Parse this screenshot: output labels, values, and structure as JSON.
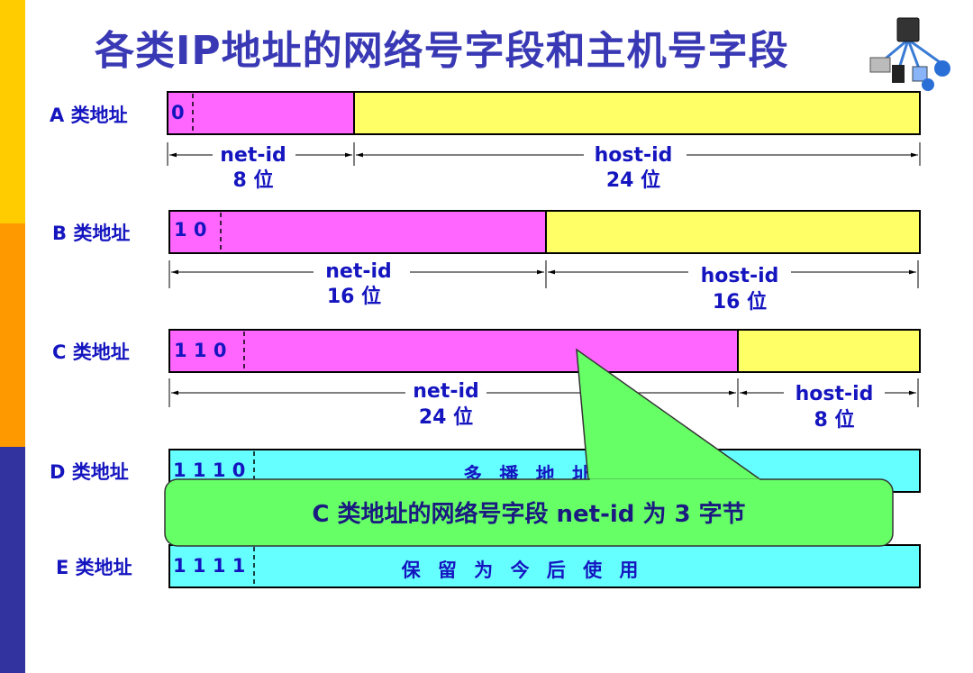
{
  "title": "各类IP地址的网络号字段和主机号字段",
  "icon": "network-topology-icon",
  "colors": {
    "title": "#3a39b5",
    "text": "#1515c0",
    "net": "#ff66ff",
    "host": "#ffff66",
    "special": "#66ffff",
    "callout": "#66ff66"
  },
  "classes": {
    "a": {
      "label": "A 类地址",
      "bits": "0",
      "net_id": "net-id",
      "net_bits": "8 位",
      "host_id": "host-id",
      "host_bits": "24 位"
    },
    "b": {
      "label": "B 类地址",
      "bits": "1 0",
      "net_id": "net-id",
      "net_bits": "16 位",
      "host_id": "host-id",
      "host_bits": "16 位"
    },
    "c": {
      "label": "C 类地址",
      "bits": "1 1 0",
      "net_id": "net-id",
      "net_bits": "24 位",
      "host_id": "host-id",
      "host_bits": "8 位"
    },
    "d": {
      "label": "D 类地址",
      "bits": "1 1 1 0",
      "field": "多 播 地 址"
    },
    "e": {
      "label": "E 类地址",
      "bits": "1 1 1 1",
      "field": "保 留 为 今 后 使 用"
    }
  },
  "callout": "C 类地址的网络号字段 net-id 为 3 字节"
}
